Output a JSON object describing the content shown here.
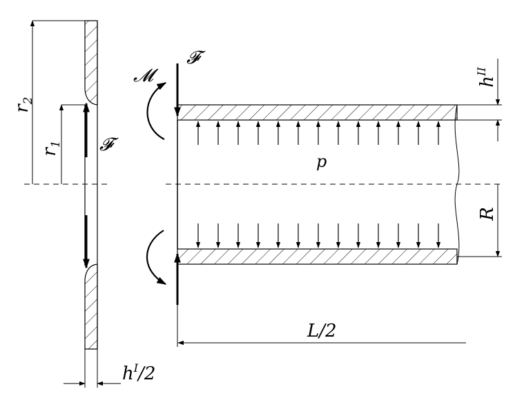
{
  "labels": {
    "r2": "r",
    "r2_sub": "2",
    "r1": "r",
    "r1_sub": "1",
    "force_left": "𝓕",
    "force_top": "𝓕",
    "moment": "𝓜",
    "pressure": "p",
    "thickness_tube": "h",
    "thickness_tube_sup": "II",
    "radius": "R",
    "half_length": "L/2",
    "thickness_plate": "h",
    "thickness_plate_sup": "I",
    "thickness_plate_div": "/2"
  }
}
